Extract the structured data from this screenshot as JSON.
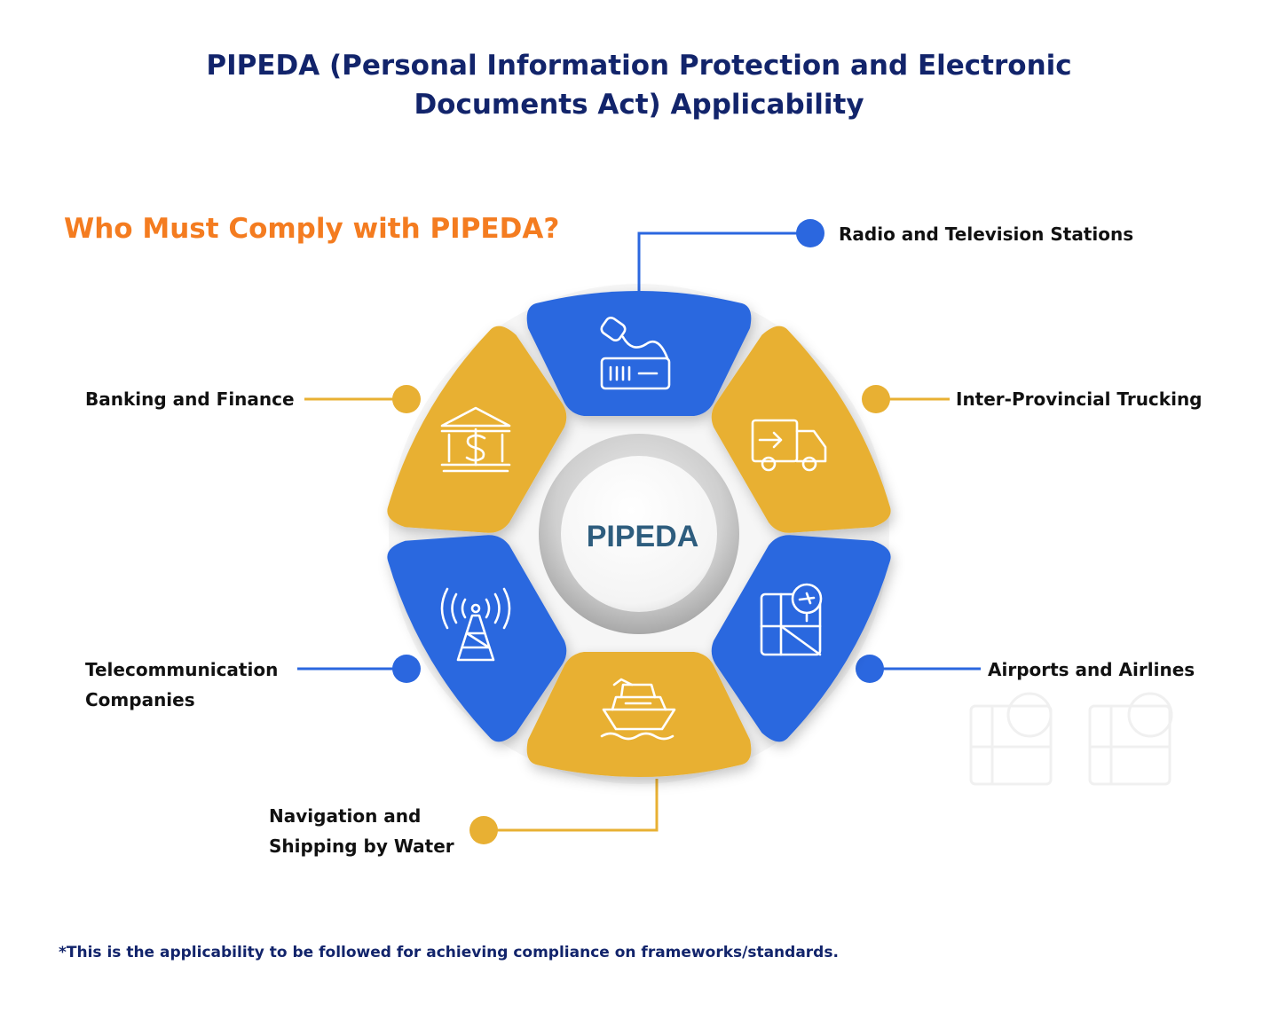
{
  "title": {
    "line1": "PIPEDA (Personal Information Protection and Electronic",
    "line2": "Documents Act) Applicability"
  },
  "subtitle": "Who Must Comply with PIPEDA?",
  "center_label": "PIPEDA",
  "colors": {
    "blue": "#2b67df",
    "gold": "#e8b033",
    "title": "#12246b",
    "subtitle": "#f47c20",
    "center_text": "#2e5d7e"
  },
  "sectors": [
    {
      "key": "radio",
      "label_lines": [
        "Radio and Television Stations"
      ],
      "color": "blue",
      "icon": "radio-transmitter-icon"
    },
    {
      "key": "trucking",
      "label_lines": [
        "Inter-Provincial Trucking"
      ],
      "color": "gold",
      "icon": "truck-icon"
    },
    {
      "key": "airports",
      "label_lines": [
        "Airports and Airlines"
      ],
      "color": "blue",
      "icon": "airport-map-icon"
    },
    {
      "key": "shipping",
      "label_lines": [
        "Navigation and",
        "Shipping by Water"
      ],
      "color": "gold",
      "icon": "ship-icon"
    },
    {
      "key": "telecom",
      "label_lines": [
        "Telecommunication",
        "Companies"
      ],
      "color": "blue",
      "icon": "antenna-tower-icon"
    },
    {
      "key": "banking",
      "label_lines": [
        "Banking and Finance"
      ],
      "color": "gold",
      "icon": "bank-icon"
    }
  ],
  "footnote": "*This is the applicability to be followed for achieving compliance on frameworks/standards."
}
